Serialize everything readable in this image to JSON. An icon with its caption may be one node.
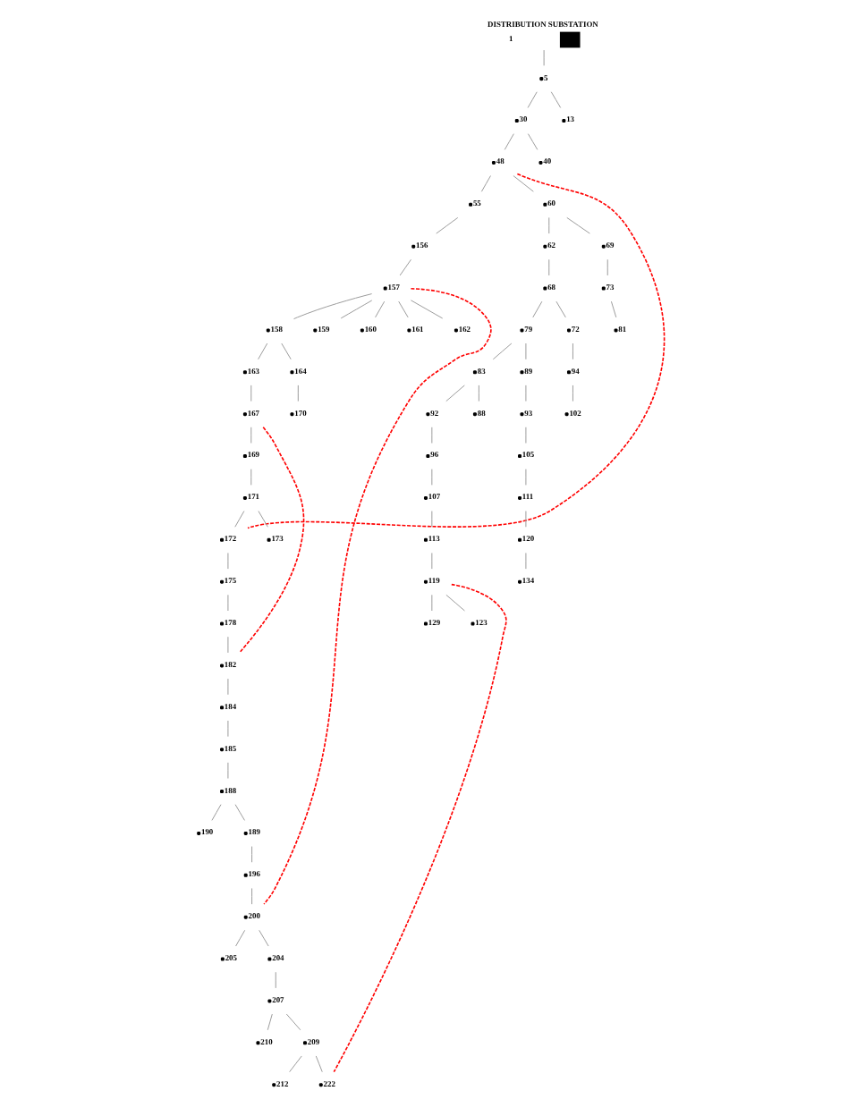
{
  "diagram": {
    "nodes": [
      {
        "text": [
          "DISTRIBUTION SUBSTATION",
          "1"
        ]
      },
      {
        "text": [
          "5"
        ]
      },
      {
        "text": [
          "30"
        ]
      },
      {
        "text": [
          "13"
        ]
      },
      {
        "text": [
          "48"
        ]
      },
      {
        "text": [
          "40"
        ]
      },
      {
        "text": [
          "55"
        ]
      },
      {
        "text": [
          "60"
        ]
      },
      {
        "text": [
          "156"
        ]
      },
      {
        "text": [
          "62"
        ]
      },
      {
        "text": [
          "69"
        ]
      },
      {
        "text": [
          "68"
        ]
      },
      {
        "text": [
          "73"
        ]
      },
      {
        "text": [
          "157"
        ]
      },
      {
        "text": [
          "79"
        ]
      },
      {
        "text": [
          "72"
        ]
      },
      {
        "text": [
          "81"
        ]
      },
      {
        "text": [
          "83"
        ]
      },
      {
        "text": [
          "89"
        ]
      },
      {
        "text": [
          "94"
        ]
      },
      {
        "text": [
          "158"
        ]
      },
      {
        "text": [
          "159"
        ]
      },
      {
        "text": [
          "160"
        ]
      },
      {
        "text": [
          "161"
        ]
      },
      {
        "text": [
          "162"
        ]
      },
      {
        "text": [
          "92"
        ]
      },
      {
        "text": [
          "88"
        ]
      },
      {
        "text": [
          "93"
        ]
      },
      {
        "text": [
          "102"
        ]
      },
      {
        "text": [
          "163"
        ]
      },
      {
        "text": [
          "164"
        ]
      },
      {
        "text": [
          "96"
        ]
      },
      {
        "text": [
          "105"
        ]
      },
      {
        "text": [
          "167"
        ]
      },
      {
        "text": [
          "170"
        ]
      },
      {
        "text": [
          "107"
        ]
      },
      {
        "text": [
          "111"
        ]
      },
      {
        "text": [
          "169"
        ]
      },
      {
        "text": [
          "113"
        ]
      },
      {
        "text": [
          "120"
        ]
      },
      {
        "text": [
          "171"
        ]
      },
      {
        "text": [
          "119"
        ]
      },
      {
        "text": [
          "134"
        ]
      },
      {
        "text": [
          "172"
        ]
      },
      {
        "text": [
          "173"
        ]
      },
      {
        "text": [
          "129"
        ]
      },
      {
        "text": [
          "123"
        ]
      },
      {
        "text": [
          "175"
        ]
      },
      {
        "text": [
          "178"
        ]
      },
      {
        "text": [
          "182"
        ]
      },
      {
        "text": [
          "184"
        ]
      },
      {
        "text": [
          "190"
        ]
      },
      {
        "text": [
          "205"
        ]
      },
      {
        "text": [
          "210"
        ]
      },
      {
        "text": [
          "212"
        ]
      },
      {
        "text": [
          "185"
        ]
      },
      {
        "text": [
          "196"
        ]
      },
      {
        "text": [
          "204"
        ]
      },
      {
        "text": [
          "188"
        ]
      },
      {
        "text": [
          "189"
        ]
      },
      {
        "text": [
          "200"
        ]
      },
      {
        "text": [
          "207"
        ]
      },
      {
        "text": [
          "209"
        ]
      },
      {
        "text": [
          "222"
        ]
      }
    ],
    "edges": [
      {
        "from": 0,
        "to": 1,
        "arrow": "none"
      },
      {
        "from": 1,
        "to": 2,
        "arrow": "none"
      },
      {
        "from": 1,
        "to": 3,
        "arrow": "none"
      },
      {
        "from": 2,
        "to": 5,
        "arrow": "none"
      },
      {
        "from": 2,
        "to": 4,
        "arrow": "none"
      },
      {
        "from": 4,
        "to": 6,
        "arrow": "none"
      },
      {
        "from": 4,
        "to": 7,
        "arrow": "none"
      },
      {
        "from": 6,
        "to": 8,
        "arrow": "none"
      },
      {
        "from": 8,
        "to": 13,
        "arrow": "none"
      },
      {
        "from": 7,
        "to": 9,
        "arrow": "none"
      },
      {
        "from": 7,
        "to": 10,
        "arrow": "none"
      },
      {
        "from": 10,
        "to": 12,
        "arrow": "none"
      },
      {
        "from": 12,
        "to": 16,
        "arrow": "none"
      },
      {
        "from": 9,
        "to": 11,
        "arrow": "none"
      },
      {
        "from": 11,
        "to": 14,
        "arrow": "none"
      },
      {
        "from": 11,
        "to": 15,
        "arrow": "none"
      },
      {
        "from": 15,
        "to": 19,
        "arrow": "none"
      },
      {
        "from": 19,
        "to": 28,
        "arrow": "none"
      },
      {
        "from": 14,
        "to": 17,
        "arrow": "none"
      },
      {
        "from": 14,
        "to": 18,
        "arrow": "none"
      },
      {
        "from": 18,
        "to": 27,
        "arrow": "none"
      },
      {
        "from": 17,
        "to": 25,
        "arrow": "none"
      },
      {
        "from": 17,
        "to": 26,
        "arrow": "none"
      },
      {
        "from": 25,
        "to": 31,
        "arrow": "none"
      },
      {
        "from": 31,
        "to": 35,
        "arrow": "none"
      },
      {
        "from": 35,
        "to": 38,
        "arrow": "none"
      },
      {
        "from": 38,
        "to": 41,
        "arrow": "none"
      },
      {
        "from": 41,
        "to": 45,
        "arrow": "none"
      },
      {
        "from": 41,
        "to": 46,
        "arrow": "none"
      },
      {
        "from": 27,
        "to": 32,
        "arrow": "none"
      },
      {
        "from": 32,
        "to": 36,
        "arrow": "none"
      },
      {
        "from": 36,
        "to": 39,
        "arrow": "none"
      },
      {
        "from": 39,
        "to": 42,
        "arrow": "none"
      },
      {
        "from": 13,
        "to": 20,
        "arrow": "none"
      },
      {
        "from": 13,
        "to": 21,
        "arrow": "none"
      },
      {
        "from": 13,
        "to": 22,
        "arrow": "none"
      },
      {
        "from": 13,
        "to": 23,
        "arrow": "none"
      },
      {
        "from": 13,
        "to": 24,
        "arrow": "none"
      },
      {
        "from": 20,
        "to": 29,
        "arrow": "none"
      },
      {
        "from": 20,
        "to": 30,
        "arrow": "none"
      },
      {
        "from": 30,
        "to": 34,
        "arrow": "none"
      },
      {
        "from": 29,
        "to": 33,
        "arrow": "none"
      },
      {
        "from": 33,
        "to": 37,
        "arrow": "none"
      },
      {
        "from": 37,
        "to": 40,
        "arrow": "none"
      },
      {
        "from": 40,
        "to": 43,
        "arrow": "none"
      },
      {
        "from": 40,
        "to": 44,
        "arrow": "none"
      },
      {
        "from": 43,
        "to": 47,
        "arrow": "none"
      },
      {
        "from": 47,
        "to": 48,
        "arrow": "none"
      },
      {
        "from": 48,
        "to": 49,
        "arrow": "none"
      },
      {
        "from": 49,
        "to": 50,
        "arrow": "none"
      },
      {
        "from": 50,
        "to": 55,
        "arrow": "none"
      },
      {
        "from": 55,
        "to": 58,
        "arrow": "none"
      },
      {
        "from": 58,
        "to": 51,
        "arrow": "none"
      },
      {
        "from": 58,
        "to": 59,
        "arrow": "none"
      },
      {
        "from": 59,
        "to": 56,
        "arrow": "none"
      },
      {
        "from": 56,
        "to": 60,
        "arrow": "none"
      },
      {
        "from": 60,
        "to": 57,
        "arrow": "none"
      },
      {
        "from": 57,
        "to": 61,
        "arrow": "none"
      },
      {
        "from": 61,
        "to": 62,
        "arrow": "none"
      },
      {
        "from": 62,
        "to": 63,
        "arrow": "none"
      },
      {
        "from": 60,
        "to": 52,
        "arrow": "none"
      },
      {
        "from": 61,
        "to": 53,
        "arrow": "none"
      },
      {
        "from": 62,
        "to": 54,
        "arrow": "none"
      },
      {
        "from": 4,
        "to": 43,
        "arrow": "none",
        "style": "dashed",
        "color": "#ff0000"
      },
      {
        "from": 33,
        "to": 49,
        "arrow": "none",
        "style": "dashed",
        "color": "#ff0000"
      },
      {
        "from": 13,
        "to": 60,
        "arrow": "none",
        "style": "dashed",
        "color": "#ff0000"
      },
      {
        "from": 41,
        "to": 63,
        "arrow": "none",
        "style": "dashed",
        "color": "#ff0000"
      }
    ]
  }
}
